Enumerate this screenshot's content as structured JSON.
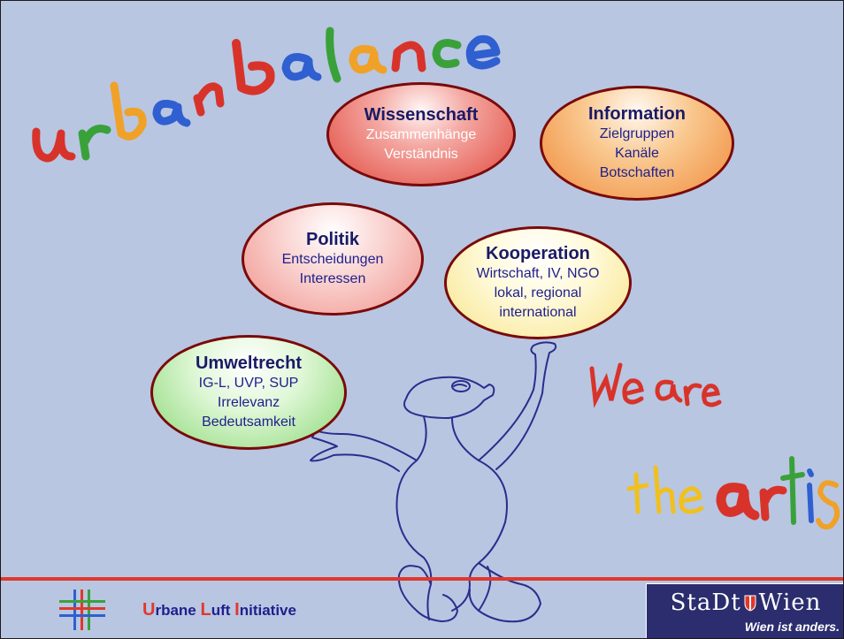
{
  "slide": {
    "title_art": "urban balance",
    "slogan_line1": "We are",
    "slogan_line2": "the artists"
  },
  "bubbles": {
    "wissenschaft": {
      "title": "Wissenschaft",
      "lines": [
        "Zusammenhänge",
        "Verständnis"
      ]
    },
    "information": {
      "title": "Information",
      "lines": [
        "Zielgruppen",
        "Kanäle",
        "Botschaften"
      ]
    },
    "politik": {
      "title": "Politik",
      "lines": [
        "Entscheidungen",
        "Interessen"
      ]
    },
    "kooperation": {
      "title": "Kooperation",
      "lines": [
        "Wirtschaft, IV, NGO",
        "lokal, regional",
        "international"
      ]
    },
    "umweltrecht": {
      "title": "Umweltrecht",
      "lines": [
        "IG-L, UVP, SUP",
        "Irrelevanz",
        "Bedeutsamkeit"
      ]
    }
  },
  "footer": {
    "initiative": {
      "u": "U",
      "rbane": "rbane",
      "l": "L",
      "uft": "uft",
      "i": "I",
      "nitiative": "nitiative"
    },
    "logo_main_left": "StaDt",
    "logo_main_right": "Wien",
    "logo_sub": "Wien ist anders."
  },
  "colors": {
    "background": "#b8c6e2",
    "accent_red": "#e0382c",
    "text_navy": "#1f1f8c",
    "logo_bg": "#2b2d6e"
  }
}
